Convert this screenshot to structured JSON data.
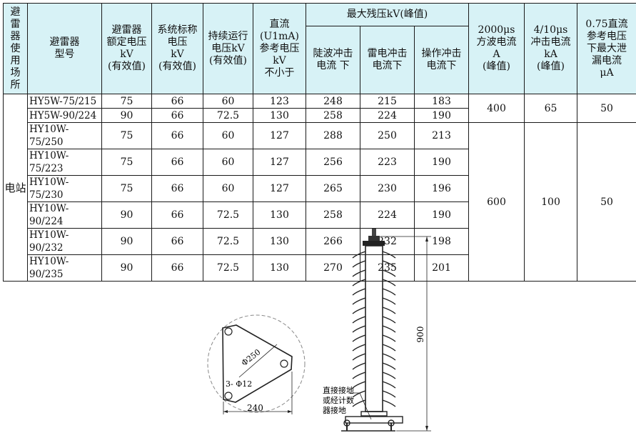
{
  "table": {
    "headers": {
      "location": [
        "避",
        "雷",
        "器",
        "使",
        "用",
        "场",
        "所"
      ],
      "model": [
        "避雷器",
        "型号"
      ],
      "rated_voltage": [
        "避雷器",
        "额定电压",
        "kV",
        "(有效值)"
      ],
      "system_voltage": [
        "系统标称",
        "电压",
        "kV",
        "(有效值)"
      ],
      "continuous_voltage": [
        "持续运行",
        "电压kV",
        "(有效值)"
      ],
      "dc_ref_voltage": [
        "直流",
        "(U1mA)",
        "参考电压",
        "kV",
        "不小于"
      ],
      "residual_group": "最大残压kV(峰值)",
      "steep_wave": [
        "陡波冲击",
        "电流 下"
      ],
      "lightning": [
        "雷电冲击",
        "电流下"
      ],
      "switching": [
        "操作冲击",
        "电流下"
      ],
      "square_wave": [
        "2000μs",
        "方波电流",
        "A",
        "(峰值)"
      ],
      "impulse_current": [
        "4/10μs",
        "冲击电流",
        "kA",
        "(峰值)"
      ],
      "leakage": [
        "0.75直流",
        "参考电压",
        "下最大泄",
        "漏电流",
        "μA"
      ]
    },
    "location_value": "电站",
    "rows": [
      {
        "model": "HY5W-75/215",
        "rated": "75",
        "system": "66",
        "continuous": "60",
        "dc_ref": "123",
        "steep": "248",
        "lightning": "215",
        "switching": "183"
      },
      {
        "model": "HY5W-90/224",
        "rated": "90",
        "system": "66",
        "continuous": "72.5",
        "dc_ref": "130",
        "steep": "258",
        "lightning": "224",
        "switching": "190"
      },
      {
        "model": "HY10W-75/250",
        "rated": "75",
        "system": "66",
        "continuous": "60",
        "dc_ref": "127",
        "steep": "288",
        "lightning": "250",
        "switching": "213"
      },
      {
        "model": "HY10W-75/223",
        "rated": "75",
        "system": "66",
        "continuous": "60",
        "dc_ref": "127",
        "steep": "256",
        "lightning": "223",
        "switching": "190"
      },
      {
        "model": "HY10W-75/230",
        "rated": "75",
        "system": "66",
        "continuous": "60",
        "dc_ref": "127",
        "steep": "265",
        "lightning": "230",
        "switching": "196"
      },
      {
        "model": "HY10W-90/224",
        "rated": "90",
        "system": "66",
        "continuous": "72.5",
        "dc_ref": "130",
        "steep": "258",
        "lightning": "224",
        "switching": "190"
      },
      {
        "model": "HY10W-90/232",
        "rated": "90",
        "system": "66",
        "continuous": "72.5",
        "dc_ref": "130",
        "steep": "266",
        "lightning": "232",
        "switching": "198"
      },
      {
        "model": "HY10W-90/235",
        "rated": "90",
        "system": "66",
        "continuous": "72.5",
        "dc_ref": "130",
        "steep": "270",
        "lightning": "235",
        "switching": "201"
      }
    ],
    "group1": {
      "square_wave": "400",
      "impulse": "65",
      "leakage": "50"
    },
    "group2": {
      "square_wave": "600",
      "impulse": "100",
      "leakage": "50"
    }
  },
  "drawing": {
    "base_diameter_label": "Φ250",
    "holes_label": "3- Φ12",
    "base_width_label": "240",
    "height_label": "900",
    "ground_note": [
      "直接接地",
      "或经计数",
      "器接地"
    ]
  }
}
